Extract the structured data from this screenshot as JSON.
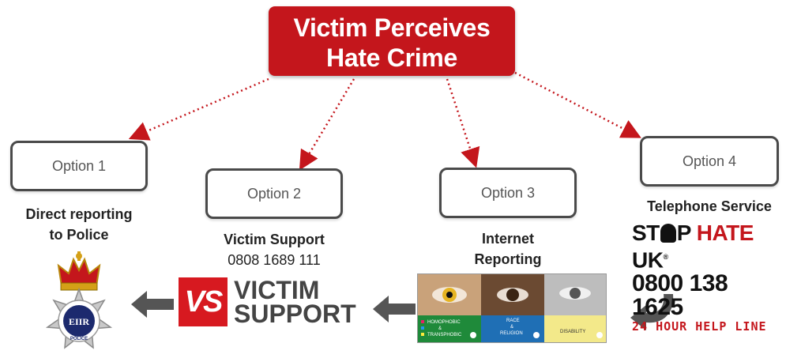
{
  "title": {
    "line1": "Victim Perceives",
    "line2": "Hate Crime"
  },
  "options": [
    {
      "label": "Option 1",
      "caption_line1": "Direct reporting",
      "caption_line2": "to Police"
    },
    {
      "label": "Option 2",
      "caption_line1": "Victim Support",
      "caption_line2": "0808 1689 111"
    },
    {
      "label": "Option 3",
      "caption_line1": "Internet",
      "caption_line2": "Reporting"
    },
    {
      "label": "Option 4",
      "caption_line1": "Telephone Service"
    }
  ],
  "police_badge": {
    "monogram": "EIIR",
    "text": "POLICE"
  },
  "victim_support_logo": {
    "mark": "VS",
    "line1": "VICTIM",
    "line2": "SUPPORT"
  },
  "internet_panels": [
    {
      "label": "HOMOPHOBIC & TRANSPHOBIC",
      "color": "#1f6fb5"
    },
    {
      "label": "RACE & RELIGION",
      "color": "#1f6fb5"
    },
    {
      "label": "DISABILITY",
      "color": "#f3e98a"
    }
  ],
  "internet_legend": [
    "HOMOPHOBIC",
    "&",
    "TRANSPHOBIC"
  ],
  "internet_panel_text": {
    "race": "RACE",
    "amp": "&",
    "religion": "RELIGION",
    "disability": "DISABILITY"
  },
  "stop_hate": {
    "brand_part1": "ST",
    "brand_part2": "P",
    "brand_red": "HATE",
    "brand_end": "UK",
    "phone": "0800 138 1625",
    "helpline": "24 HOUR HELP LINE",
    "registered": "®"
  },
  "colors": {
    "accent": "#c4161c",
    "box_border": "#4a4a4a",
    "arrow": "#555555"
  }
}
